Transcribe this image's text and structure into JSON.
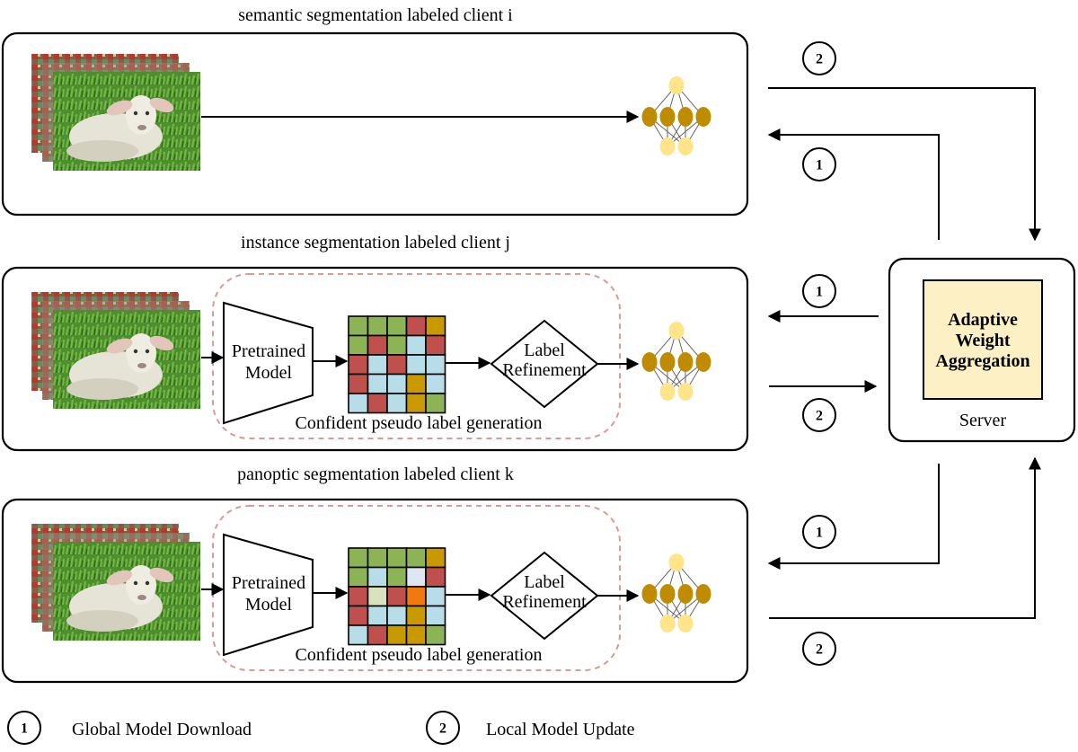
{
  "clients": [
    {
      "title": "semantic segmentation labeled client i",
      "has_pipeline": false
    },
    {
      "title": "instance segmentation labeled client j",
      "has_pipeline": true,
      "pretrained_label_1": "Pretrained",
      "pretrained_label_2": "Model",
      "refine_label_1": "Label",
      "refine_label_2": "Refinement",
      "pipeline_caption": "Confident  pseudo label generation",
      "grid": [
        [
          "green",
          "green",
          "green",
          "red",
          "olive"
        ],
        [
          "green",
          "red",
          "green",
          "blue",
          "red"
        ],
        [
          "red",
          "blue",
          "red",
          "blue",
          "blue"
        ],
        [
          "red",
          "blue",
          "blue",
          "olive",
          "blue"
        ],
        [
          "blue",
          "red",
          "blue",
          "olive",
          "green"
        ]
      ]
    },
    {
      "title": "panoptic segmentation labeled client k",
      "has_pipeline": true,
      "pretrained_label_1": "Pretrained",
      "pretrained_label_2": "Model",
      "refine_label_1": "Label",
      "refine_label_2": "Refinement",
      "pipeline_caption": "Confident  pseudo label generation",
      "grid": [
        [
          "green",
          "green",
          "green",
          "green",
          "olive"
        ],
        [
          "green",
          "blue",
          "green",
          "lightblue",
          "red"
        ],
        [
          "red",
          "lightgreen",
          "red",
          "orange",
          "blue"
        ],
        [
          "red",
          "blue",
          "blue",
          "olive",
          "blue"
        ],
        [
          "blue",
          "red",
          "olive",
          "olive",
          "green"
        ]
      ]
    }
  ],
  "server": {
    "inner_line_1": "Adaptive",
    "inner_line_2": "Weight",
    "inner_line_3": "Aggregation",
    "caption": "Server"
  },
  "step_markers": {
    "download": "1",
    "update": "2"
  },
  "legend": [
    {
      "number": "1",
      "label": "Global Model Download"
    },
    {
      "number": "2",
      "label": "Local Model Update"
    }
  ],
  "colors": {
    "green": "#8db454",
    "red": "#c0504d",
    "blue": "#b6dde8",
    "olive": "#c89a00",
    "lightgreen": "#d6e3bc",
    "lightblue": "#dfe6f2",
    "orange": "#f07a10",
    "node_gold": "#bf8c00",
    "node_light": "#ffe48a",
    "server_fill": "#fdf0c4",
    "dashed": "#d89a9a"
  }
}
